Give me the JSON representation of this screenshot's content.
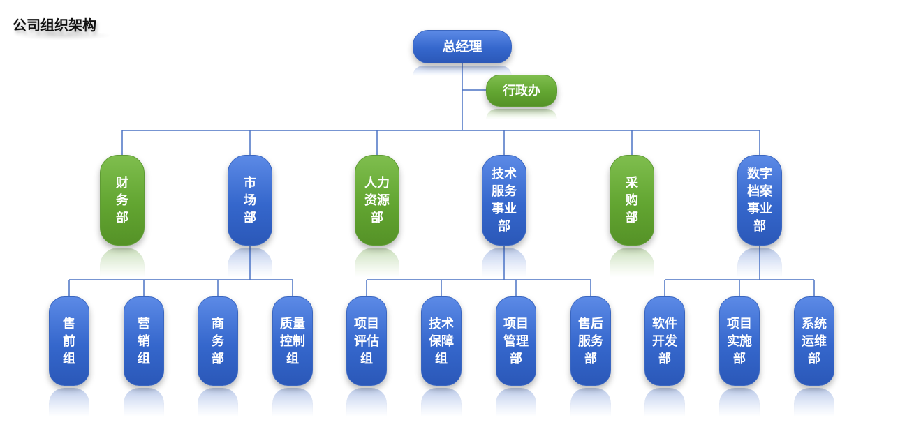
{
  "title": "公司组织架构",
  "colors": {
    "blue": "#3567cc",
    "green": "#62a531",
    "line": "#4a72c4"
  },
  "ceo": {
    "label": "总经理"
  },
  "assistant": {
    "label": "行政办"
  },
  "departments": [
    {
      "label": "财务部",
      "display": "财\n务\n部",
      "color": "green"
    },
    {
      "label": "市场部",
      "display": "市\n场\n部",
      "color": "blue"
    },
    {
      "label": "人力资源部",
      "display": "人力\n资源\n部",
      "color": "green"
    },
    {
      "label": "技术服务事业部",
      "display": "技术\n服务\n事业\n部",
      "color": "blue"
    },
    {
      "label": "采购部",
      "display": "采\n购\n部",
      "color": "green"
    },
    {
      "label": "数字档案事业部",
      "display": "数字\n档案\n事业\n部",
      "color": "blue"
    }
  ],
  "teams": [
    {
      "label": "售前组",
      "display": "售\n前\n组",
      "parent": "市场部"
    },
    {
      "label": "营销组",
      "display": "营\n销\n组",
      "parent": "市场部"
    },
    {
      "label": "商务部",
      "display": "商\n务\n部",
      "parent": "市场部"
    },
    {
      "label": "质量控制组",
      "display": "质量\n控制\n组",
      "parent": "市场部"
    },
    {
      "label": "项目评估组",
      "display": "项目\n评估\n组",
      "parent": "技术服务事业部"
    },
    {
      "label": "技术保障组",
      "display": "技术\n保障\n组",
      "parent": "技术服务事业部"
    },
    {
      "label": "项目管理部",
      "display": "项目\n管理\n部",
      "parent": "技术服务事业部"
    },
    {
      "label": "售后服务部",
      "display": "售后\n服务\n部",
      "parent": "技术服务事业部"
    },
    {
      "label": "软件开发部",
      "display": "软件\n开发\n部",
      "parent": "数字档案事业部"
    },
    {
      "label": "项目实施部",
      "display": "项目\n实施\n部",
      "parent": "数字档案事业部"
    },
    {
      "label": "系统运维部",
      "display": "系统\n运维\n部",
      "parent": "数字档案事业部"
    }
  ]
}
